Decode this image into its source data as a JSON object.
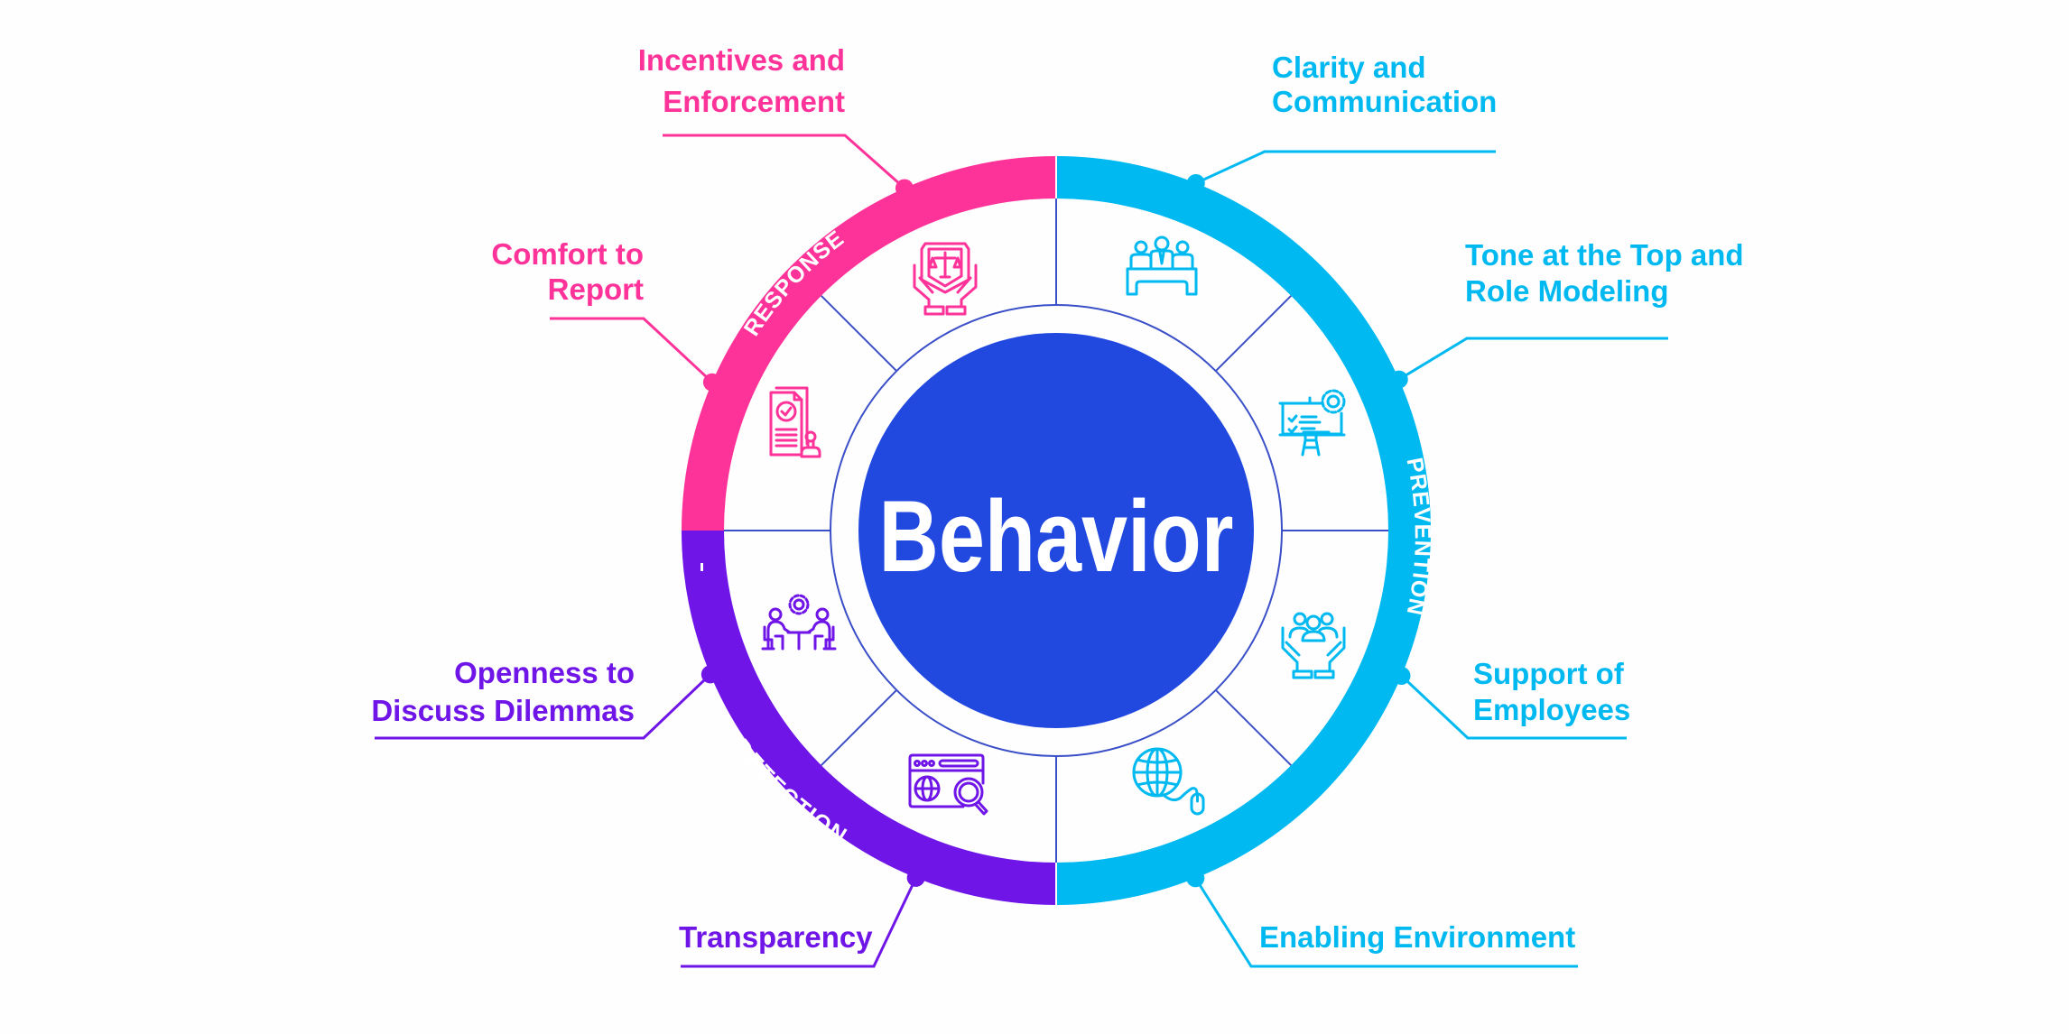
{
  "title": "Behavior",
  "colors": {
    "response": "#FE3399",
    "prevention": "#00B9F1",
    "detection": "#7015E8",
    "core": "#2149E0",
    "divider": "#3A4FC8",
    "background": "#FEFEFE"
  },
  "segments": [
    {
      "id": "response",
      "label": "RESPONSE"
    },
    {
      "id": "prevention",
      "label": "PREVENTION"
    },
    {
      "id": "detection",
      "label": "DETECTION"
    }
  ],
  "elements": [
    {
      "id": "incentives",
      "segment": "response",
      "lines": [
        "Incentives and",
        "Enforcement"
      ],
      "icon": "scales-of-justice-in-hands-icon"
    },
    {
      "id": "comfort",
      "segment": "response",
      "lines": [
        "Comfort to",
        "Report"
      ],
      "icon": "document-with-stamp-icon"
    },
    {
      "id": "clarity",
      "segment": "prevention",
      "lines": [
        "Clarity and",
        "Communication"
      ],
      "icon": "meeting-panel-icon"
    },
    {
      "id": "tone",
      "segment": "prevention",
      "lines": [
        "Tone at the Top and",
        "Role Modeling"
      ],
      "icon": "presentation-board-icon"
    },
    {
      "id": "support",
      "segment": "prevention",
      "lines": [
        "Support of",
        "Employees"
      ],
      "icon": "hands-holding-people-icon"
    },
    {
      "id": "enabling",
      "segment": "prevention",
      "lines": [
        "Enabling Environment"
      ],
      "icon": "globe-with-mouse-icon"
    },
    {
      "id": "openness",
      "segment": "detection",
      "lines": [
        "Openness to",
        "Discuss Dilemmas"
      ],
      "icon": "people-discussing-icon"
    },
    {
      "id": "transparency",
      "segment": "detection",
      "lines": [
        "Transparency"
      ],
      "icon": "browser-search-icon"
    }
  ]
}
